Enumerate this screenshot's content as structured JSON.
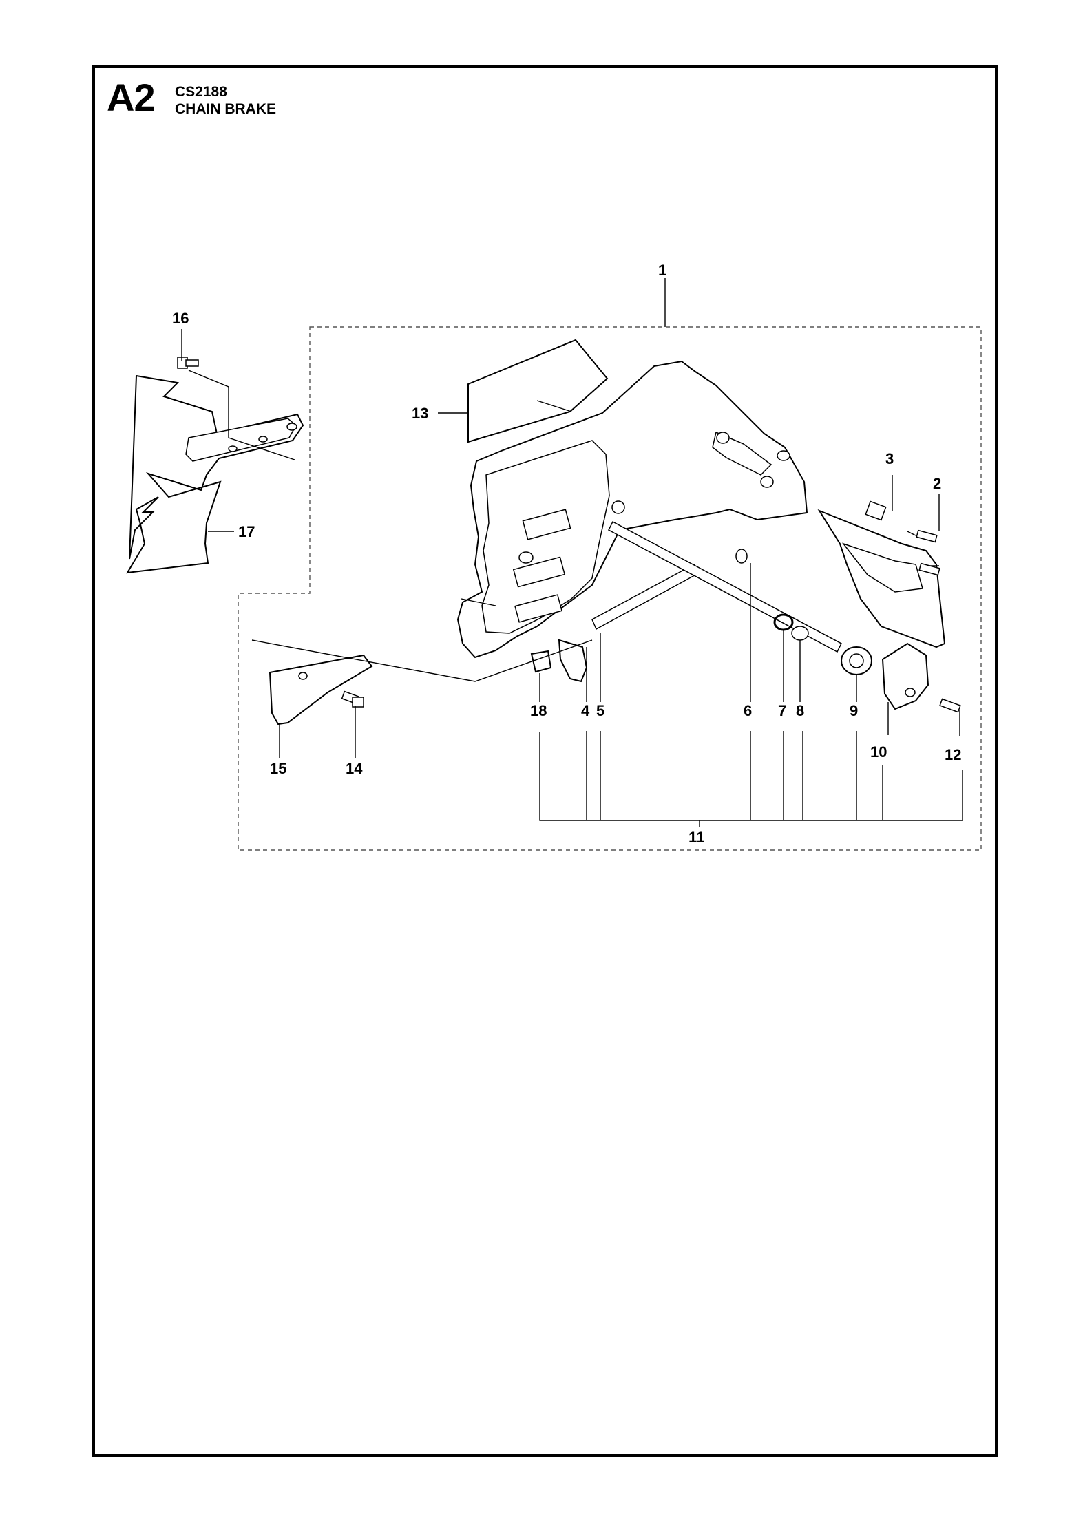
{
  "header": {
    "section_code": "A2",
    "model_number": "CS2188",
    "diagram_title": "CHAIN BRAKE"
  },
  "colors": {
    "line": "#000000",
    "background": "#ffffff",
    "dashed_group": "#555555"
  },
  "callouts": {
    "c1": "1",
    "c2": "2",
    "c3": "3",
    "c4": "4",
    "c5": "5",
    "c6": "6",
    "c7": "7",
    "c8": "8",
    "c9": "9",
    "c10": "10",
    "c11": "11",
    "c12": "12",
    "c13": "13",
    "c14": "14",
    "c15": "15",
    "c16": "16",
    "c17": "17",
    "c18": "18"
  }
}
